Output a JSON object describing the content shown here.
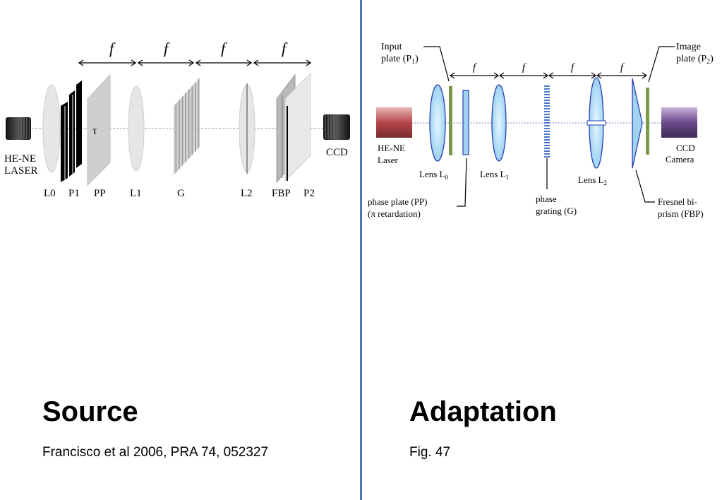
{
  "left": {
    "heading": "Source",
    "caption": "Francisco et al 2006, PRA 74, 052327",
    "diagram": {
      "focal_label": "f",
      "laser_label_line1": "HE-NE",
      "laser_label_line2": "LASER",
      "ccd_label": "CCD",
      "tau_label": "τ",
      "component_labels": [
        "L0",
        "P1",
        "PP",
        "L1",
        "G",
        "L2",
        "FBP",
        "P2"
      ]
    }
  },
  "right": {
    "heading": "Adaptation",
    "caption": "Fig. 47",
    "diagram": {
      "focal_label": "f",
      "input_plate_line1": "Input",
      "input_plate_line2": "plate (P",
      "input_plate_sub": "1",
      "input_plate_close": ")",
      "image_plate_line1": "Image",
      "image_plate_line2": "plate (P",
      "image_plate_sub": "2",
      "image_plate_close": ")",
      "laser_line1": "HE-NE",
      "laser_line2": "Laser",
      "camera_line1": "CCD",
      "camera_line2": "Camera",
      "lens0_label": "Lens L",
      "lens0_sub": "0",
      "lens1_label": "Lens L",
      "lens1_sub": "1",
      "lens2_label": "Lens L",
      "lens2_sub": "2",
      "phase_plate_line1": "phase plate (PP)",
      "phase_plate_line2": "(π retardation)",
      "grating_line1": "phase",
      "grating_line2": "grating (G)",
      "fresnel_line1": "Fresnel bi-",
      "fresnel_line2": "prism (FBP)"
    }
  },
  "colors": {
    "divider": "#4f7bac",
    "laser_red": "#b5474b",
    "camera_purple": "#6b4a8a",
    "lens_blue": "#9fd3f0",
    "plate_green": "#7a9a4a",
    "beam_blue": "#6f7fd0"
  }
}
